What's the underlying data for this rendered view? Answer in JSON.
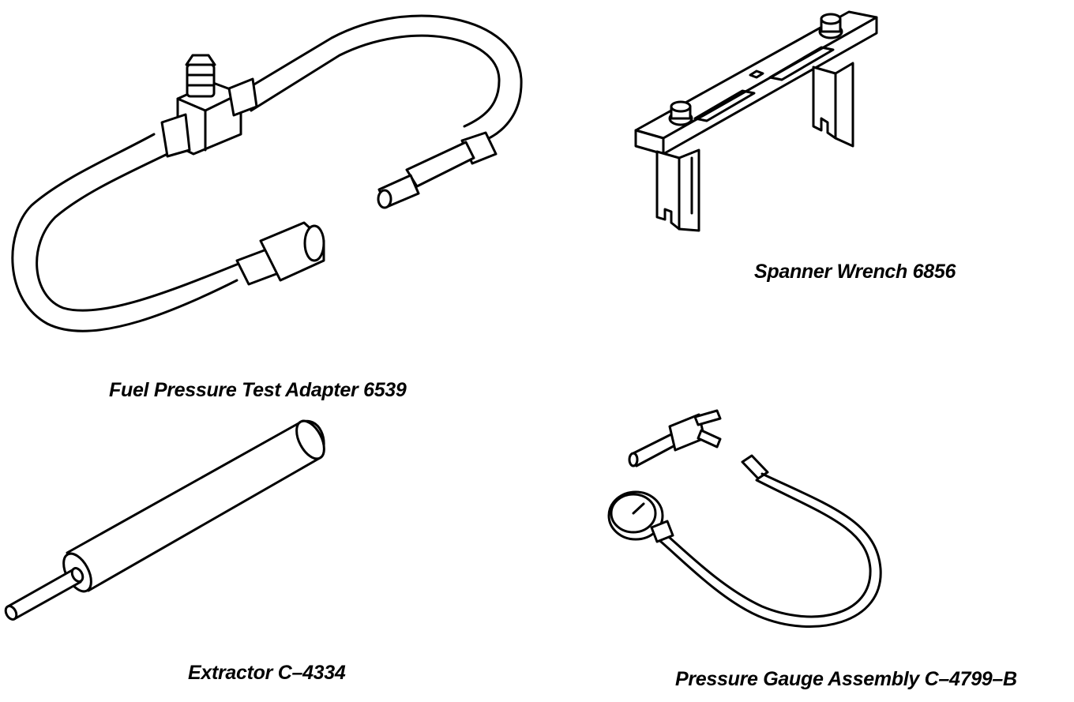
{
  "tools": [
    {
      "id": "fuel-pressure-test-adapter",
      "label": "Fuel Pressure Test Adapter 6539",
      "icon": "hose-adapter-icon"
    },
    {
      "id": "spanner-wrench",
      "label": "Spanner Wrench 6856",
      "icon": "spanner-wrench-icon"
    },
    {
      "id": "extractor",
      "label": "Extractor C–4334",
      "icon": "extractor-rod-icon"
    },
    {
      "id": "pressure-gauge-assembly",
      "label": "Pressure Gauge Assembly C–4799–B",
      "icon": "pressure-gauge-icon"
    }
  ]
}
